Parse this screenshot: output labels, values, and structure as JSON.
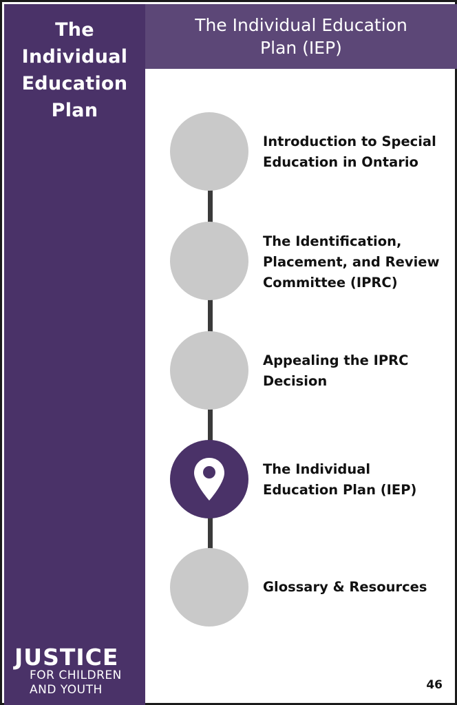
{
  "sidebar": {
    "title_lines": [
      "The",
      "Individual",
      "Education",
      "Plan"
    ]
  },
  "header": {
    "title": "The Individual Education Plan (IEP)"
  },
  "steps": [
    {
      "label": "Introduction to Special Education in Ontario",
      "active": false
    },
    {
      "label": "The Identification, Placement, and Review Committee (IPRC)",
      "active": false
    },
    {
      "label": "Appealing the IPRC Decision",
      "active": false
    },
    {
      "label": "The Individual Education Plan (IEP)",
      "active": true,
      "icon": "location-pin-icon"
    },
    {
      "label": "Glossary & Resources",
      "active": false
    }
  ],
  "logo": {
    "line1": "JUSTICE",
    "line2": "FOR CHILDREN",
    "line3": "AND YOUTH"
  },
  "page_number": "46",
  "colors": {
    "sidebar": "#4a3268",
    "header": "#5c4777",
    "inactive_step": "#c9c9c9",
    "active_step": "#4a3268"
  }
}
